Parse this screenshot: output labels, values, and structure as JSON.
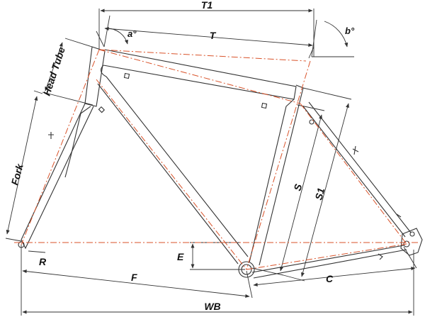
{
  "labels": {
    "t1": "T1",
    "t": "T",
    "a_angle": "a°",
    "b_angle": "b°",
    "head_tube": "Head Tube",
    "fork": "Fork",
    "s": "S",
    "s1": "S1",
    "e": "E",
    "r": "R",
    "f": "F",
    "c": "C",
    "wb": "WB"
  },
  "colors": {
    "centerline": "#d9532a",
    "frame_line": "#333333",
    "text": "#111111"
  }
}
